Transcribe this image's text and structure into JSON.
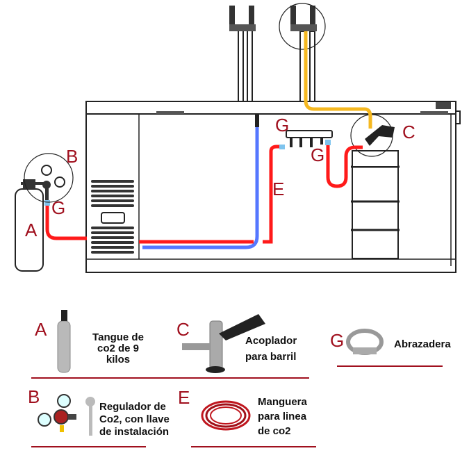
{
  "colors": {
    "label": "#a0101e",
    "co2_line": "#ff1a1a",
    "beer_line_blue": "#5577ff",
    "beer_line_yellow": "#f5b820",
    "clamp": "#7fc4ee",
    "divider": "#a0101e"
  },
  "diagram": {
    "labels": {
      "tank": "A",
      "regulator": "B",
      "clamp_tank": "G",
      "clamp_manifold_in": "G",
      "hose": "E",
      "clamp_manifold_out": "G",
      "coupler": "C"
    }
  },
  "legend": {
    "items": [
      {
        "letter": "A",
        "lines": [
          "Tangue de",
          "co2 de 9",
          "kilos"
        ],
        "icon": "co2-tank-icon"
      },
      {
        "letter": "C",
        "lines": [
          "Acoplador",
          "para barril"
        ],
        "icon": "keg-coupler-icon"
      },
      {
        "letter": "G",
        "lines": [
          "Abrazadera"
        ],
        "icon": "hose-clamp-icon"
      },
      {
        "letter": "B",
        "lines": [
          "Regulador de",
          "Co2, con llave",
          "de instalación"
        ],
        "icon": "regulator-icon"
      },
      {
        "letter": "E",
        "lines": [
          "Manguera",
          "para linea",
          "de co2"
        ],
        "icon": "hose-coil-icon"
      }
    ]
  }
}
